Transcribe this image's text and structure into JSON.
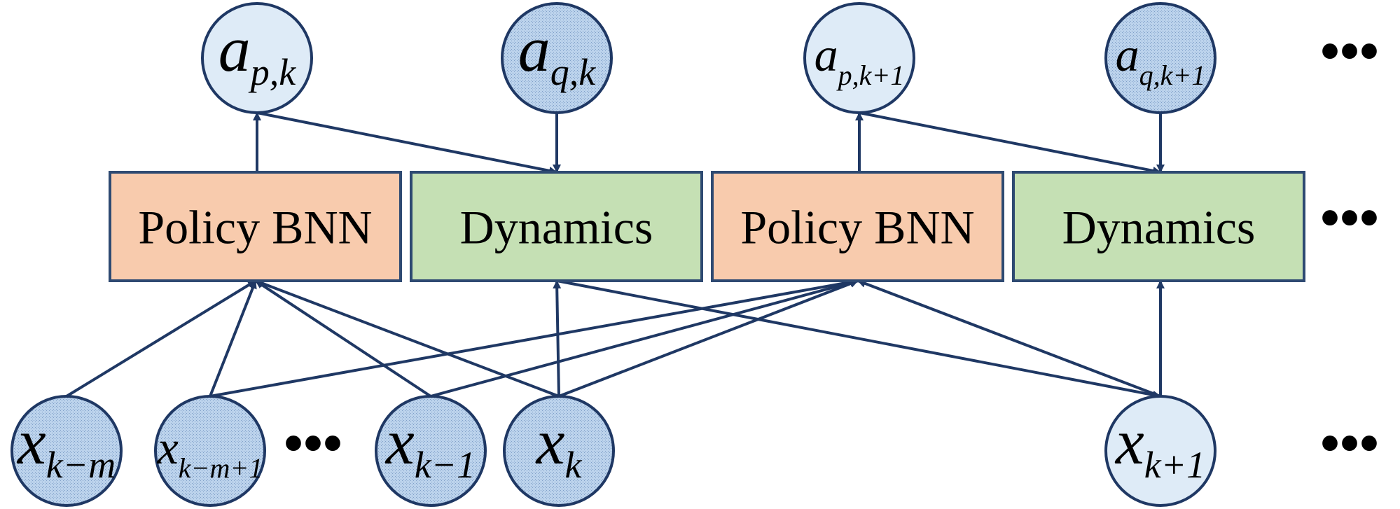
{
  "colors": {
    "line": "#1f3864",
    "node_light": "#deebf7",
    "node_dark": "#b4cde8",
    "node_stroke": "#1f3864",
    "policy_fill": "#f8cbad",
    "dynamics_fill": "#c5e0b4",
    "box_stroke": "#2e4a72"
  },
  "boxes": [
    {
      "id": "policy1",
      "label": "Policy BNN",
      "kind": "policy"
    },
    {
      "id": "dyn1",
      "label": "Dynamics",
      "kind": "dynamics"
    },
    {
      "id": "policy2",
      "label": "Policy BNN",
      "kind": "policy"
    },
    {
      "id": "dyn2",
      "label": "Dynamics",
      "kind": "dynamics"
    }
  ],
  "top_nodes": [
    {
      "id": "apk",
      "main": "a",
      "sub": "p,k",
      "shade": "light"
    },
    {
      "id": "aqk",
      "main": "a",
      "sub": "q,k",
      "shade": "dark"
    },
    {
      "id": "apk1",
      "main": "a",
      "sub": "p,k+1",
      "shade": "light"
    },
    {
      "id": "aqk1",
      "main": "a",
      "sub": "q,k+1",
      "shade": "dark"
    }
  ],
  "bottom_nodes": [
    {
      "id": "xkm",
      "main": "x",
      "sub": "k−m",
      "shade": "dark"
    },
    {
      "id": "xkm1",
      "main": "x",
      "sub": "k−m+1",
      "shade": "dark"
    },
    {
      "id": "xk_1",
      "main": "x",
      "sub": "k−1",
      "shade": "dark"
    },
    {
      "id": "xk",
      "main": "x",
      "sub": "k",
      "shade": "dark"
    },
    {
      "id": "xk1",
      "main": "x",
      "sub": "k+1",
      "shade": "light"
    }
  ],
  "ellipsis": "•••",
  "edges": [
    {
      "from": "policy1",
      "to": "apk"
    },
    {
      "from": "apk",
      "to": "dyn1"
    },
    {
      "from": "aqk",
      "to": "dyn1"
    },
    {
      "from": "policy2",
      "to": "apk1"
    },
    {
      "from": "apk1",
      "to": "dyn2"
    },
    {
      "from": "aqk1",
      "to": "dyn2"
    },
    {
      "from": "xkm",
      "to": "policy1"
    },
    {
      "from": "xkm1",
      "to": "policy1"
    },
    {
      "from": "xk_1",
      "to": "policy1"
    },
    {
      "from": "xk",
      "to": "policy1"
    },
    {
      "from": "xk",
      "to": "dyn1"
    },
    {
      "from": "xkm1",
      "to": "policy2"
    },
    {
      "from": "xk_1",
      "to": "policy2"
    },
    {
      "from": "xk",
      "to": "policy2"
    },
    {
      "from": "xk1",
      "to": "policy2"
    },
    {
      "from": "dyn1",
      "to": "xk1"
    },
    {
      "from": "xk1",
      "to": "dyn2"
    }
  ]
}
